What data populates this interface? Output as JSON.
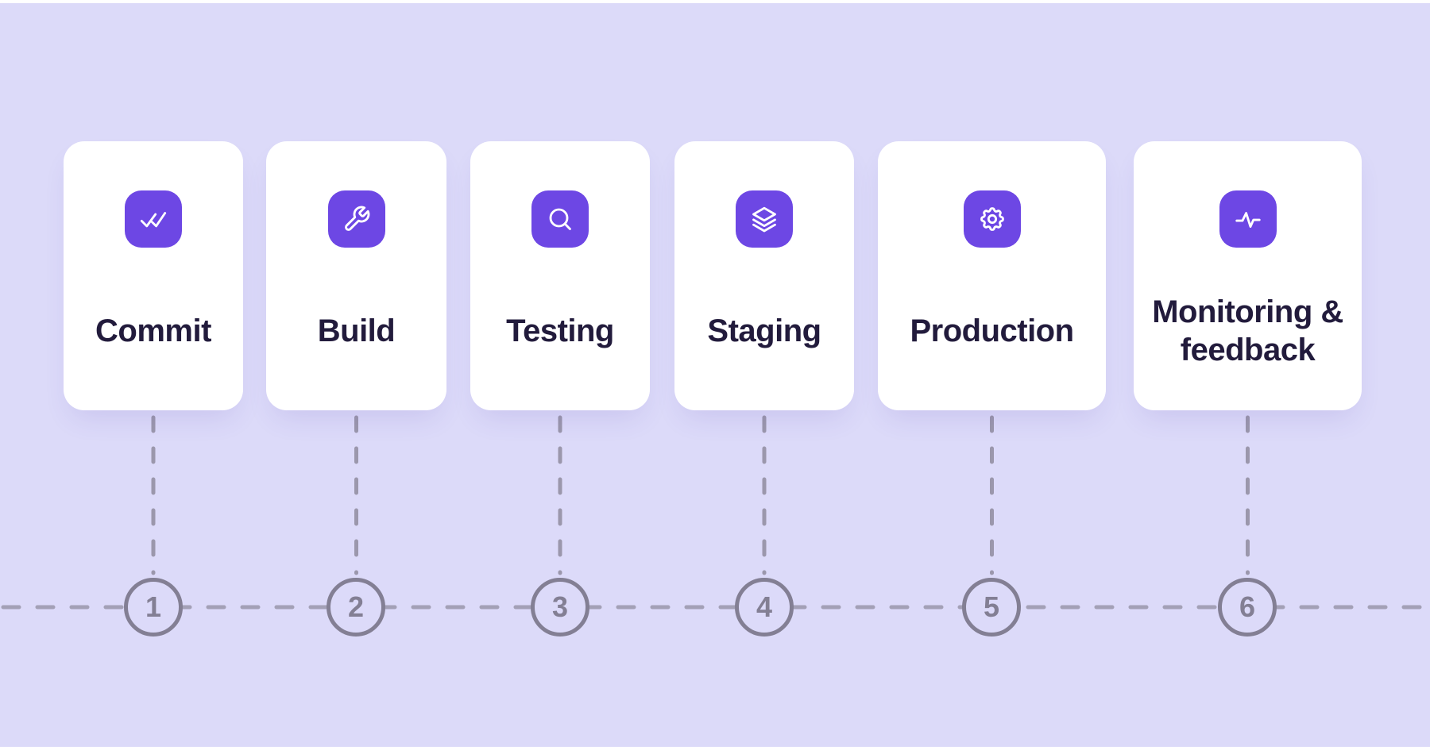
{
  "diagram": {
    "type": "pipeline-flow",
    "stages": [
      {
        "label": "Commit",
        "number": "1",
        "icon": "double-check-icon"
      },
      {
        "label": "Build",
        "number": "2",
        "icon": "wrench-icon"
      },
      {
        "label": "Testing",
        "number": "3",
        "icon": "search-icon"
      },
      {
        "label": "Staging",
        "number": "4",
        "icon": "layers-icon"
      },
      {
        "label": "Production",
        "number": "5",
        "icon": "gear-icon"
      },
      {
        "label": "Monitoring & feedback",
        "number": "6",
        "icon": "pulse-icon"
      }
    ],
    "colors": {
      "background": "#DCDAF9",
      "card": "#FFFFFF",
      "icon_tile": "#6D47E4",
      "icon_glyph": "#FFFFFF",
      "label_text": "#221B3C",
      "dashed_line": "#9B97AC",
      "horizontal_line": "#A3A0B6",
      "marker_circle": "#837F94"
    }
  }
}
